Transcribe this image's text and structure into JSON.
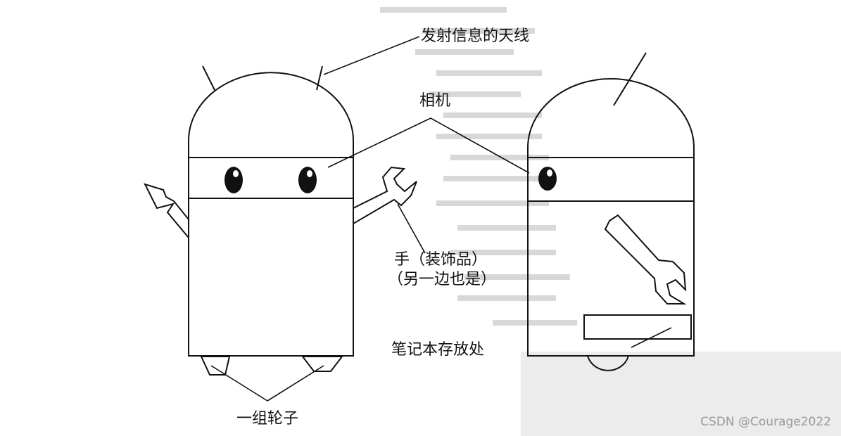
{
  "labels": {
    "antenna": "发射信息的天线",
    "camera": "相机",
    "hand_line1": "手（装饰品）",
    "hand_line2": "（另一边也是）",
    "notebook": "笔记本存放处",
    "wheels": "一组轮子"
  },
  "watermark": "CSDN @Courage2022"
}
